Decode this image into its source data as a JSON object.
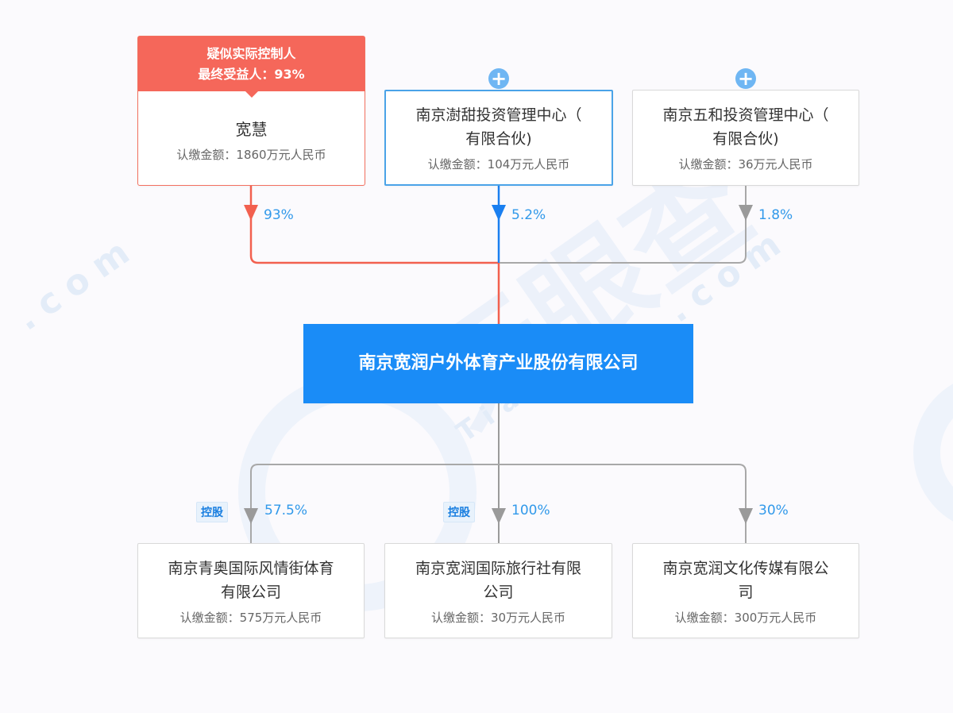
{
  "colors": {
    "controller_red": "#f5675a",
    "center_blue": "#1a8cf7",
    "line_blue": "#1a7ff0",
    "line_gray": "#9a9a9a",
    "percent_text": "#3199ea",
    "badge_bg": "#e8f2fc"
  },
  "watermark": {
    "logo_text": "天眼查",
    "domain_text": ".com",
    "latin_text": "Tia"
  },
  "shareholders": [
    {
      "type": "controller",
      "header_line1": "疑似实际控制人",
      "header_line2": "最终受益人：93%",
      "name": "宽慧",
      "amount": "认缴金额：1860万元人民币",
      "percent": "93%",
      "line_color": "#f2604f"
    },
    {
      "type": "company",
      "name_line1": "南京澍甜投资管理中心（",
      "name_line2": "有限合伙)",
      "amount": "认缴金额：104万元人民币",
      "percent": "5.2%",
      "expand_icon": "+",
      "line_color": "#1a7ff0"
    },
    {
      "type": "company",
      "name_line1": "南京五和投资管理中心（",
      "name_line2": "有限合伙)",
      "amount": "认缴金额：36万元人民币",
      "percent": "1.8%",
      "expand_icon": "+",
      "line_color": "#9a9a9a"
    }
  ],
  "center_company": {
    "name": "南京宽润户外体育产业股份有限公司"
  },
  "subsidiaries": [
    {
      "name_line1": "南京青奥国际风情街体育",
      "name_line2": "有限公司",
      "amount": "认缴金额：575万元人民币",
      "percent": "57.5%",
      "badge": "控股"
    },
    {
      "name_line1": "南京宽润国际旅行社有限",
      "name_line2": "公司",
      "amount": "认缴金额：30万元人民币",
      "percent": "100%",
      "badge": "控股"
    },
    {
      "name_line1": "南京宽润文化传媒有限公",
      "name_line2": "司",
      "amount": "认缴金额：300万元人民币",
      "percent": "30%",
      "badge": null
    }
  ]
}
